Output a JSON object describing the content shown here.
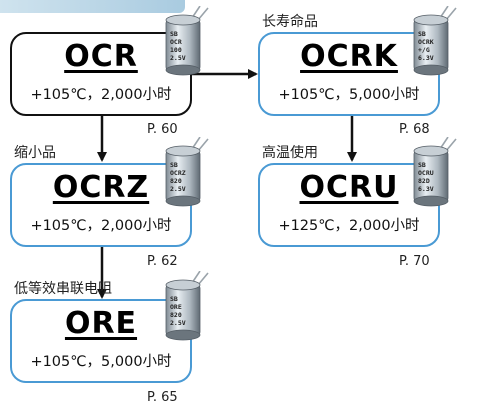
{
  "series": [
    {
      "id": "ocr",
      "name": "OCR",
      "spec": "+105℃，2,000小时",
      "page": "P. 60",
      "caption": "",
      "cap_label": [
        "SB",
        "OCR",
        "100",
        "2.5V"
      ]
    },
    {
      "id": "ocrk",
      "name": "OCRK",
      "spec": "+105℃，5,000小时",
      "page": "P. 68",
      "caption": "长寿命品",
      "cap_label": [
        "SB",
        "OCRK",
        "+/G",
        "6.3V"
      ]
    },
    {
      "id": "ocrz",
      "name": "OCRZ",
      "spec": "+105℃，2,000小时",
      "page": "P. 62",
      "caption": "缩小品",
      "cap_label": [
        "SB",
        "OCRZ",
        "820",
        "2.5V"
      ]
    },
    {
      "id": "ocru",
      "name": "OCRU",
      "spec": "+125℃，2,000小时",
      "page": "P. 70",
      "caption": "高温使用",
      "cap_label": [
        "SB",
        "OCRU",
        "82D",
        "6.3V"
      ]
    },
    {
      "id": "ore",
      "name": "ORE",
      "spec": "+105℃，5,000小时",
      "page": "P. 65",
      "caption": "低等效串联电阻",
      "cap_label": [
        "SB",
        "ORE",
        "820",
        "2.5V"
      ]
    }
  ],
  "colors": {
    "root_border": "#111111",
    "child_border": "#4a9ad4",
    "arrow": "#111111",
    "header_bar": "#a9cbe0"
  }
}
